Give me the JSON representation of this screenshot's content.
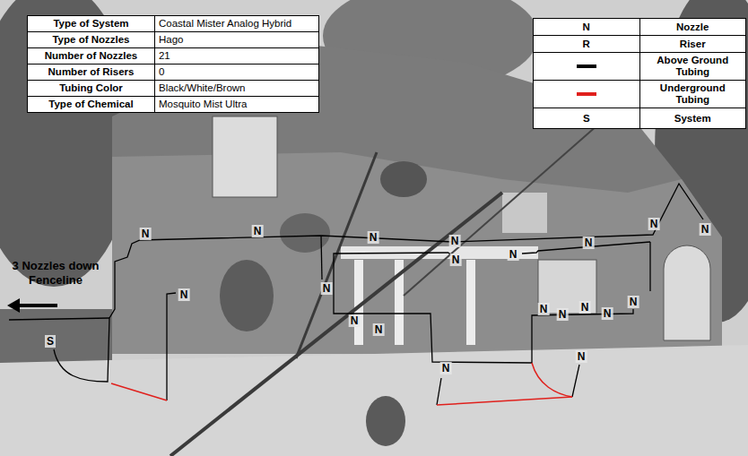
{
  "diagram": {
    "labels": [
      "Type of System",
      "Coastal Mister Analog Hybrid",
      "Type of Nozzles",
      "Hago",
      "Number of Nozzles",
      "21",
      "Number of Risers",
      "0",
      "Tubing Color",
      "Black/White/Brown",
      "Type of Chemical",
      "Mosquito Mist Ultra",
      "N",
      "R",
      "S",
      "3 Nozzles down Fenceline",
      "S",
      "N",
      "N",
      "N",
      "N",
      "N",
      "N",
      "N",
      "N",
      "N",
      "N",
      "N",
      "N",
      "N",
      "N",
      "N",
      "N",
      "N",
      "N",
      "N",
      "N"
    ],
    "legend": [
      {
        "text": "Nozzle"
      },
      {
        "text": "Riser"
      },
      {
        "text": "Above Ground Tubing",
        "color": "#000000"
      },
      {
        "text": "Underground Tubing",
        "color": "#e0201c"
      },
      {
        "text": "System"
      }
    ]
  }
}
